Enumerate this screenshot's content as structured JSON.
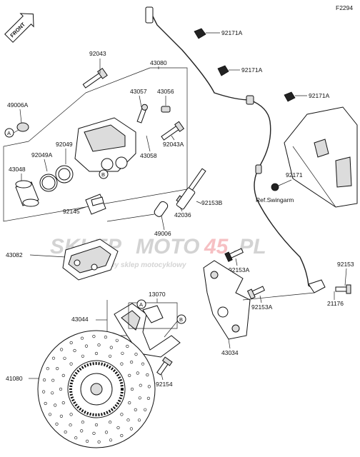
{
  "diagram_code": "F2294",
  "front_label": "FRONT",
  "watermark": {
    "brand_left": "SKLEP",
    "brand_right": "MOTO",
    "brand_num": "45",
    "brand_tld": ".PL",
    "tagline": "internetowy sklep motocyklowy",
    "accent_color": "#e0202b"
  },
  "callouts": {
    "A": "A",
    "B": "B"
  },
  "parts": {
    "p92171A_1": "92171A",
    "p92171A_2": "92171A",
    "p92171A_3": "92171A",
    "p92043": "92043",
    "p43080": "43080",
    "p49006A": "49006A",
    "p43057": "43057",
    "p43056": "43056",
    "p92049": "92049",
    "p92049A": "92049A",
    "p43048": "43048",
    "p92043A": "92043A",
    "p43058": "43058",
    "p92171": "92171",
    "ref_swingarm": "Ref.Swingarm",
    "p92153B": "92153B",
    "p92145": "92145",
    "p42036": "42036",
    "p49006": "49006",
    "p43082": "43082",
    "p92153A_1": "92153A",
    "p92153": "92153",
    "p13070": "13070",
    "p43044": "43044",
    "p92153A_2": "92153A",
    "p21176": "21176",
    "p43034": "43034",
    "p41080": "41080",
    "p92154": "92154"
  }
}
